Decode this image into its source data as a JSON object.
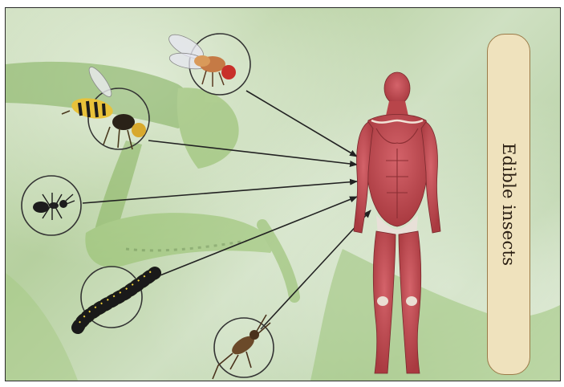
{
  "label": {
    "text": "Edible insects"
  },
  "insects": [
    "fly",
    "wasp",
    "ant",
    "caterpillar",
    "cricket"
  ],
  "colors": {
    "background": "#c2d8ad",
    "label_fill": "#efe2bd",
    "label_border": "#9a7a48",
    "muscle": "#b8454a",
    "arrow": "#222222"
  }
}
